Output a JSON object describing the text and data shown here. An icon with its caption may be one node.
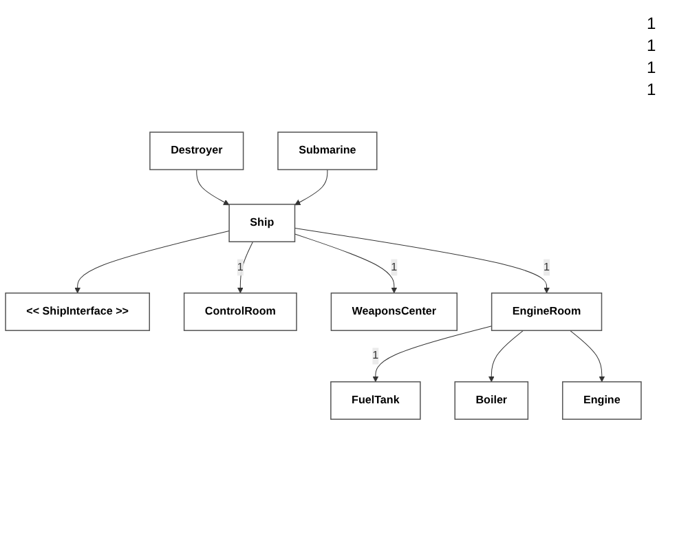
{
  "diagram": {
    "nodes": [
      {
        "text": [
          "<< ShipInterface >>"
        ]
      },
      {
        "text": [
          "ControlRoom"
        ]
      },
      {
        "text": [
          "Ship"
        ]
      },
      {
        "text": [
          "WeaponsCenter"
        ]
      },
      {
        "text": [
          "EngineRoom"
        ]
      },
      {
        "text": [
          "FuelTank"
        ]
      },
      {
        "text": [
          "Destroyer"
        ]
      },
      {
        "text": [
          "Submarine"
        ]
      },
      {
        "text": [
          "Boiler"
        ]
      },
      {
        "text": [
          "Engine"
        ]
      }
    ],
    "edges": [
      {
        "from": 2,
        "to": 0,
        "arrow": "to"
      },
      {
        "from": 6,
        "to": 2,
        "arrow": "to"
      },
      {
        "from": 7,
        "to": 2,
        "arrow": "to"
      },
      {
        "from": 2,
        "to": 1,
        "arrow": "to",
        "label": "1"
      },
      {
        "from": 2,
        "to": 3,
        "arrow": "to",
        "label": "1"
      },
      {
        "from": 2,
        "to": 4,
        "arrow": "to",
        "label": "1"
      },
      {
        "from": 4,
        "to": 5,
        "arrow": "to",
        "label": "1"
      },
      {
        "from": 4,
        "to": 8,
        "arrow": "to"
      },
      {
        "from": 4,
        "to": 9,
        "arrow": "to"
      }
    ],
    "labels": [
      "1",
      "1",
      "1",
      "1"
    ]
  }
}
